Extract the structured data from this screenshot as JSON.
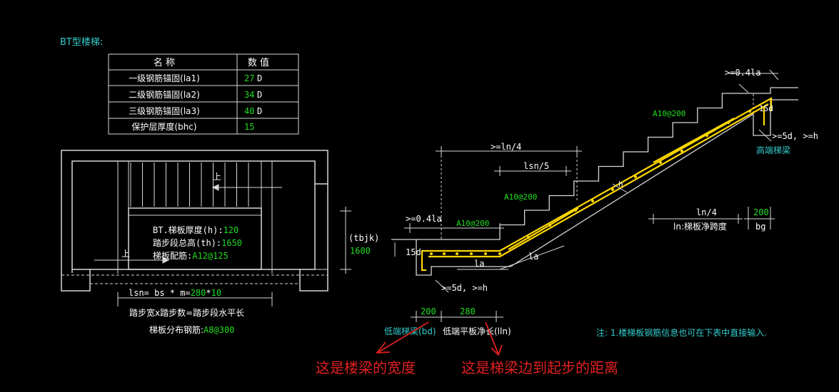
{
  "colors": {
    "background": "#000000",
    "line": "#d8d8d8",
    "white_text": "#ffffff",
    "green_value": "#22dd22",
    "cyan_text": "#33cccc",
    "rebar_yellow": "#ffd800",
    "annotation_red": "#e02020"
  },
  "title": "BT型楼梯:",
  "param_table": {
    "headers": [
      "名  称",
      "数  值"
    ],
    "rows": [
      {
        "name": "一级钢筋锚固(la1)",
        "value": "27",
        "unit": "D"
      },
      {
        "name": "二级钢筋锚固(la2)",
        "value": "34",
        "unit": "D"
      },
      {
        "name": "三级钢筋锚固(la3)",
        "value": "40",
        "unit": "D"
      },
      {
        "name": "保护层厚度(bhc)",
        "value": "15",
        "unit": ""
      }
    ]
  },
  "plan": {
    "up_label_1": "上",
    "up_label_2": "上",
    "thickness_label": "BT.梯板厚度(h):",
    "thickness_value": "120",
    "height_label": "踏步段总高(th):",
    "height_value": "1650",
    "rebar_label": "梯板配筋:",
    "rebar_value": "A12@125",
    "tbjk_label": "(tbjk)",
    "tbjk_value": "1600",
    "lsn_prefix": "lsn= bs * m=",
    "lsn_bs": "280",
    "lsn_star": "*",
    "lsn_m": "10",
    "formula": "踏步宽x踏步数=踏步段水平长",
    "dist_label": "梯板分布钢筋:",
    "dist_value": "A8@300"
  },
  "section": {
    "ge_04la_top": ">=0.4la",
    "ln4_top": ">=ln/4",
    "lsn5": "lsn/5",
    "a10_1": "A10@200",
    "a10_2": "A10@200",
    "a10_3": "A10@200",
    "ge_04la_left": ">=0.4la",
    "d15_left": "15d",
    "d15_right": "15d",
    "la_1": "la",
    "la_2": "la",
    "h_mark": "h",
    "ge5d_bottom": ">=5d, >=h",
    "ge5d_top": ">=5d, >=h",
    "high_beam": "高端梯梁",
    "ln4_right": "ln/4",
    "ln_net": "ln:梯板净跨度",
    "bg_value": "200",
    "bg_label": "bg",
    "bd_value": "200",
    "lln_value": "280",
    "low_beam": "低端梯梁(bd)",
    "low_plate": "低端平板净长(lln)"
  },
  "note": "注: 1.楼梯板钢筋信息也可在下表中直接输入.",
  "annotations": {
    "beam_width": "这是楼梁的宽度",
    "beam_to_step": "这是梯梁边到起步的距离"
  }
}
